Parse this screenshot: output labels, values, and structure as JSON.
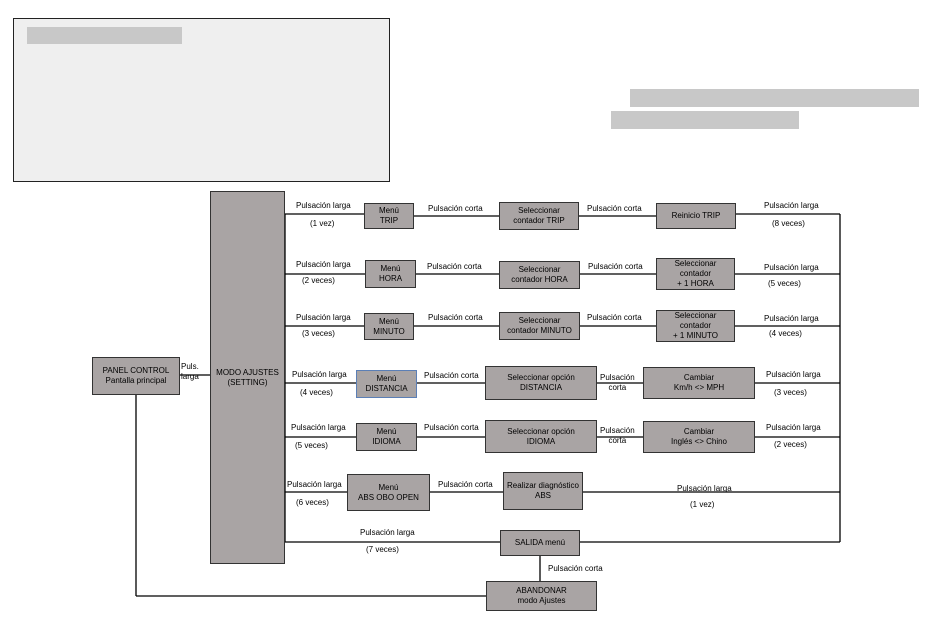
{
  "colors": {
    "box_fill": "#a9a4a4",
    "line": "#000000",
    "redaction": "#c8c8c8",
    "note_bg": "#efefef"
  },
  "panel": "PANEL CONTROL\nPantalla principal",
  "modo": "MODO AJUSTES\n(SETTING)",
  "puls_entry": "Puls.\nlarga",
  "menus": {
    "trip": "Menú\nTRIP",
    "hora": "Menú\nHORA",
    "minuto": "Menú\nMINUTO",
    "distancia": "Menú\nDISTANCIA",
    "idioma": "Menú\nIDIOMA",
    "abs": "Menú\nABS OBO OPEN"
  },
  "selects": {
    "trip": "Seleccionar\ncontador TRIP",
    "hora": "Seleccionar\ncontador HORA",
    "minuto": "Seleccionar\ncontador MINUTO",
    "distancia": "Seleccionar opción\nDISTANCIA",
    "idioma": "Seleccionar opción\nIDIOMA",
    "abs": "Realizar diagnóstico\nABS"
  },
  "actions": {
    "trip": "Reinicio TRIP",
    "hora": "Seleccionar\ncontador\n+ 1 HORA",
    "minuto": "Seleccionar\ncontador\n+ 1 MINUTO",
    "distancia": "Cambiar\nKm/h <> MPH",
    "idioma": "Cambiar\nInglés <> Chino"
  },
  "salida": "SALIDA menú",
  "abandonar": "ABANDONAR\nmodo Ajustes",
  "labels": {
    "pl": "Pulsación larga",
    "pc": "Pulsación corta",
    "pc2": "Pulsación\ncorta",
    "v1": "(1 vez)",
    "v2": "(2 veces)",
    "v3": "(3 veces)",
    "v4": "(4 veces)",
    "v5": "(5 veces)",
    "v6": "(6 veces)",
    "v7": "(7 veces)",
    "v8": "(8 veces)"
  }
}
